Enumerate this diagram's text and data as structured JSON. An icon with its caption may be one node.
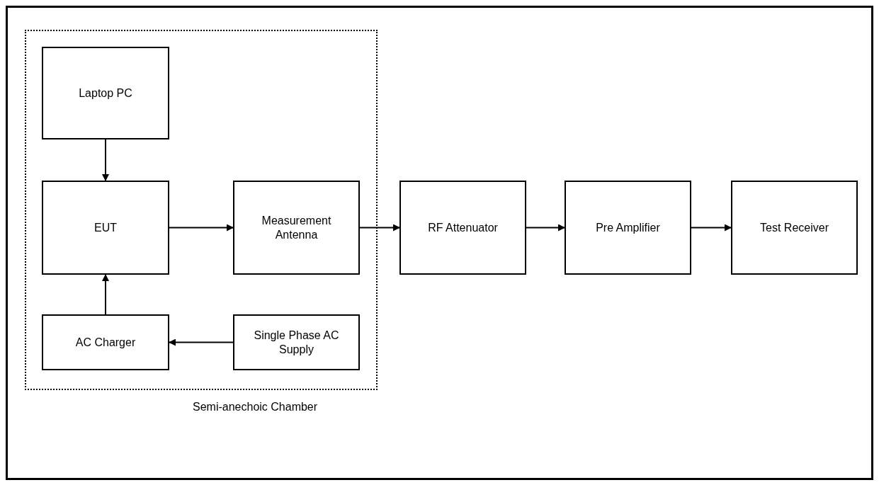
{
  "diagram": {
    "nodes": [
      {
        "text": [
          "Semi-anechoic Chamber"
        ]
      },
      {
        "text": [
          "Laptop PC"
        ],
        "in": 0
      },
      {
        "text": [
          "EUT"
        ],
        "in": 0
      },
      {
        "text": [
          "Measurement Antenna"
        ],
        "in": 0
      },
      {
        "text": [
          "AC Charger"
        ],
        "in": 0
      },
      {
        "text": [
          "Single Phase AC Supply"
        ],
        "in": 0
      },
      {
        "text": [
          "RF Attenuator"
        ]
      },
      {
        "text": [
          "Pre Amplifier"
        ]
      },
      {
        "text": [
          "Test Receiver"
        ]
      }
    ],
    "edges": [
      {
        "from": 1,
        "to": 2,
        "arrow": "to"
      },
      {
        "from": 4,
        "to": 2,
        "arrow": "to"
      },
      {
        "from": 5,
        "to": 4,
        "arrow": "to"
      },
      {
        "from": 2,
        "to": 3,
        "arrow": "to"
      },
      {
        "from": 3,
        "to": 6,
        "arrow": "to"
      },
      {
        "from": 6,
        "to": 7,
        "arrow": "to"
      },
      {
        "from": 7,
        "to": 8,
        "arrow": "to"
      }
    ]
  }
}
